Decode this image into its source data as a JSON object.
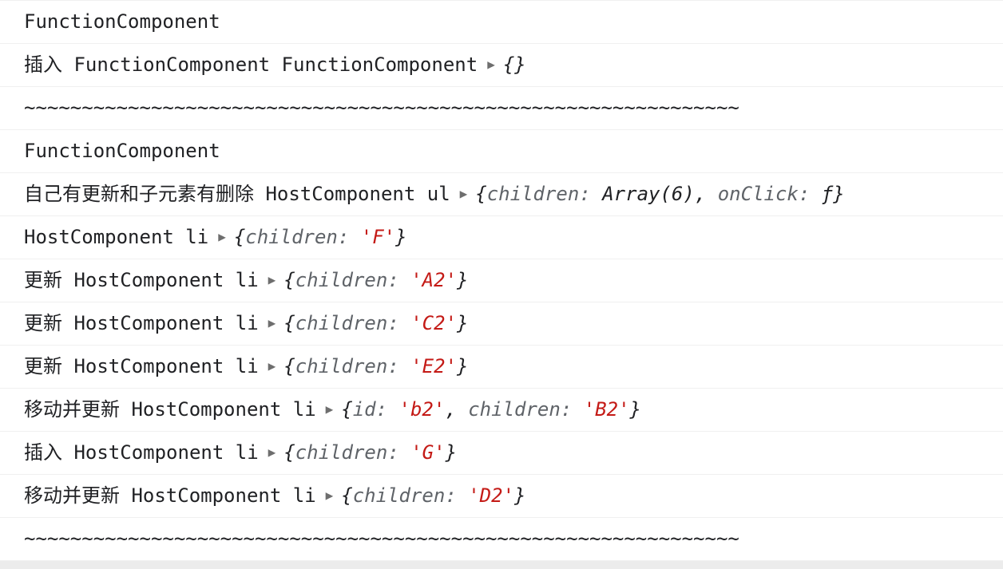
{
  "console": {
    "colors": {
      "background": "#ffffff",
      "row_border": "#f0f0f0",
      "text": "#202124",
      "property": "#5f6368",
      "string": "#c41a16",
      "arrow": "#6e6e6e",
      "bottom_bar": "#ececec"
    },
    "expand_icon_glyph": "▶",
    "rows": [
      {
        "segments": [
          {
            "type": "source",
            "text": "FunctionComponent"
          }
        ]
      },
      {
        "segments": [
          {
            "type": "label",
            "text": "插入 "
          },
          {
            "type": "source",
            "text": "FunctionComponent FunctionComponent"
          },
          {
            "type": "arrow",
            "text": "▶"
          },
          {
            "type": "punct",
            "text": "{}"
          }
        ]
      },
      {
        "segments": [
          {
            "type": "tilde",
            "text": "~~~~~~~~~~~~~~~~~~~~~~~~~~~~~~~~~~~~~~~~~~~~~~~~~~~~~~~~~~~~~~"
          }
        ]
      },
      {
        "segments": [
          {
            "type": "source",
            "text": "FunctionComponent"
          }
        ]
      },
      {
        "segments": [
          {
            "type": "label",
            "text": "自己有更新和子元素有删除 "
          },
          {
            "type": "source",
            "text": "HostComponent ul"
          },
          {
            "type": "arrow",
            "text": "▶"
          },
          {
            "type": "punct",
            "text": "{"
          },
          {
            "type": "prop",
            "text": "children: "
          },
          {
            "type": "val",
            "text": "Array(6)"
          },
          {
            "type": "punct",
            "text": ", "
          },
          {
            "type": "prop",
            "text": "onClick: "
          },
          {
            "type": "val",
            "text": "ƒ"
          },
          {
            "type": "punct",
            "text": "}"
          }
        ]
      },
      {
        "segments": [
          {
            "type": "source",
            "text": "HostComponent li"
          },
          {
            "type": "arrow",
            "text": "▶"
          },
          {
            "type": "punct",
            "text": "{"
          },
          {
            "type": "prop",
            "text": "children: "
          },
          {
            "type": "str",
            "text": "'F'"
          },
          {
            "type": "punct",
            "text": "}"
          }
        ]
      },
      {
        "segments": [
          {
            "type": "label",
            "text": "更新 "
          },
          {
            "type": "source",
            "text": "HostComponent li"
          },
          {
            "type": "arrow",
            "text": "▶"
          },
          {
            "type": "punct",
            "text": "{"
          },
          {
            "type": "prop",
            "text": "children: "
          },
          {
            "type": "str",
            "text": "'A2'"
          },
          {
            "type": "punct",
            "text": "}"
          }
        ]
      },
      {
        "segments": [
          {
            "type": "label",
            "text": "更新 "
          },
          {
            "type": "source",
            "text": "HostComponent li"
          },
          {
            "type": "arrow",
            "text": "▶"
          },
          {
            "type": "punct",
            "text": "{"
          },
          {
            "type": "prop",
            "text": "children: "
          },
          {
            "type": "str",
            "text": "'C2'"
          },
          {
            "type": "punct",
            "text": "}"
          }
        ]
      },
      {
        "segments": [
          {
            "type": "label",
            "text": "更新 "
          },
          {
            "type": "source",
            "text": "HostComponent li"
          },
          {
            "type": "arrow",
            "text": "▶"
          },
          {
            "type": "punct",
            "text": "{"
          },
          {
            "type": "prop",
            "text": "children: "
          },
          {
            "type": "str",
            "text": "'E2'"
          },
          {
            "type": "punct",
            "text": "}"
          }
        ]
      },
      {
        "segments": [
          {
            "type": "label",
            "text": "移动并更新 "
          },
          {
            "type": "source",
            "text": "HostComponent li"
          },
          {
            "type": "arrow",
            "text": "▶"
          },
          {
            "type": "punct",
            "text": "{"
          },
          {
            "type": "prop",
            "text": "id: "
          },
          {
            "type": "str",
            "text": "'b2'"
          },
          {
            "type": "punct",
            "text": ", "
          },
          {
            "type": "prop",
            "text": "children: "
          },
          {
            "type": "str",
            "text": "'B2'"
          },
          {
            "type": "punct",
            "text": "}"
          }
        ]
      },
      {
        "segments": [
          {
            "type": "label",
            "text": "插入 "
          },
          {
            "type": "source",
            "text": "HostComponent li"
          },
          {
            "type": "arrow",
            "text": "▶"
          },
          {
            "type": "punct",
            "text": "{"
          },
          {
            "type": "prop",
            "text": "children: "
          },
          {
            "type": "str",
            "text": "'G'"
          },
          {
            "type": "punct",
            "text": "}"
          }
        ]
      },
      {
        "segments": [
          {
            "type": "label",
            "text": "移动并更新 "
          },
          {
            "type": "source",
            "text": "HostComponent li"
          },
          {
            "type": "arrow",
            "text": "▶"
          },
          {
            "type": "punct",
            "text": "{"
          },
          {
            "type": "prop",
            "text": "children: "
          },
          {
            "type": "str",
            "text": "'D2'"
          },
          {
            "type": "punct",
            "text": "}"
          }
        ]
      },
      {
        "segments": [
          {
            "type": "tilde",
            "text": "~~~~~~~~~~~~~~~~~~~~~~~~~~~~~~~~~~~~~~~~~~~~~~~~~~~~~~~~~~~~~~"
          }
        ]
      }
    ]
  }
}
